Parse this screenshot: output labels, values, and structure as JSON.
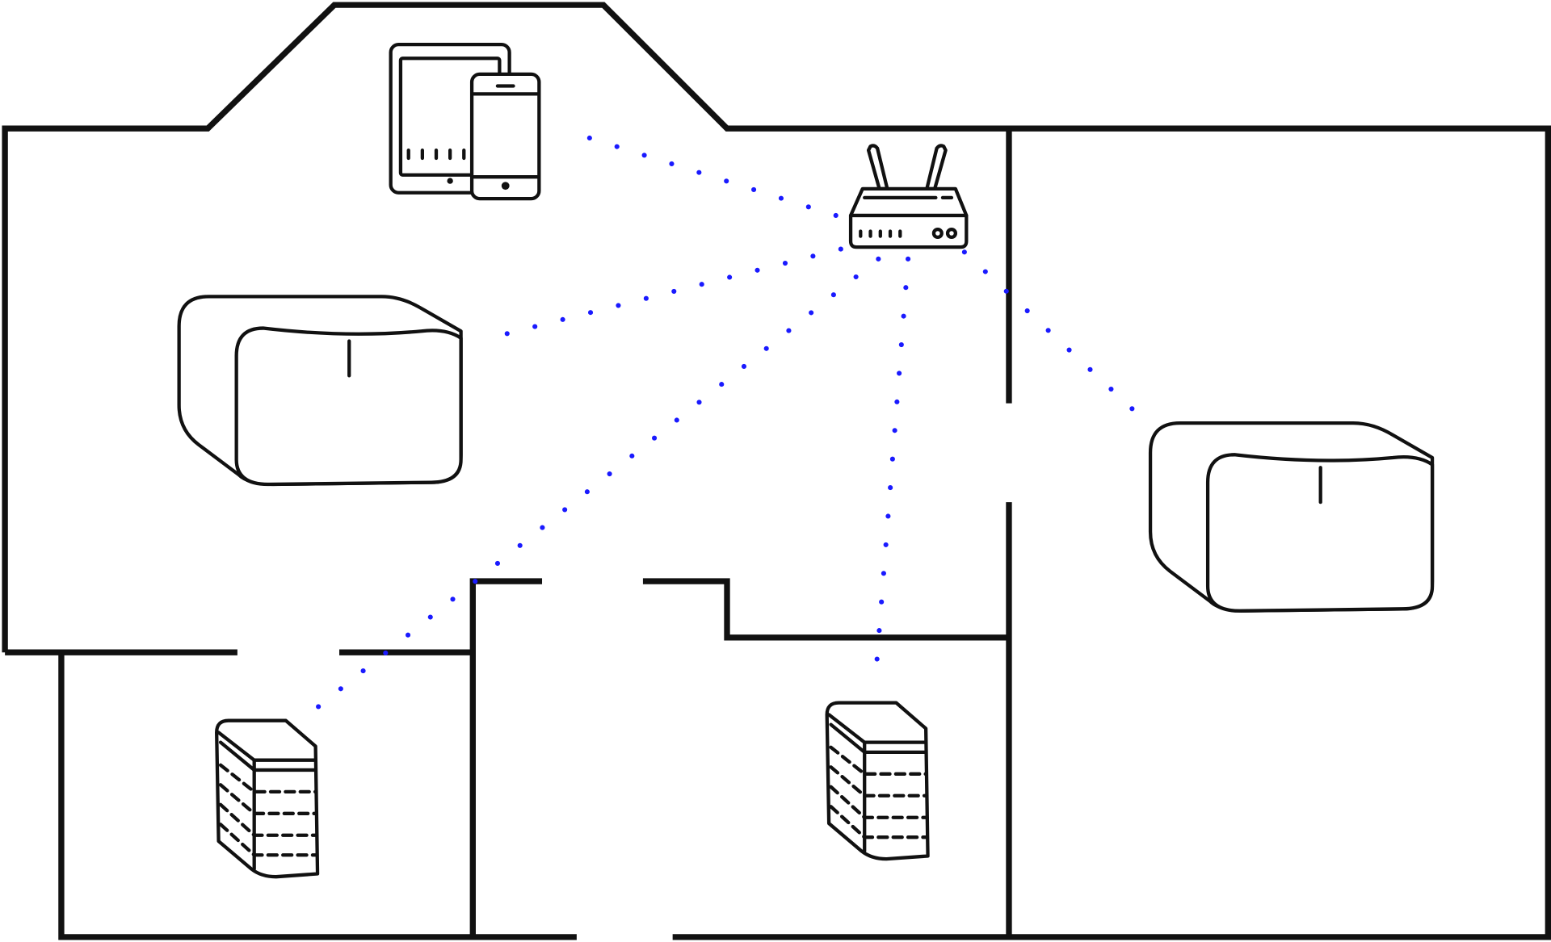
{
  "diagram": {
    "type": "home-network-floorplan",
    "colors": {
      "walls": "#111111",
      "signal": "#1a1aff",
      "background": "#ffffff"
    },
    "nodes": [
      {
        "id": "router",
        "icon": "wifi-router-icon"
      },
      {
        "id": "mobile-devices",
        "icon": "tablet-phone-icon"
      },
      {
        "id": "speaker-left",
        "icon": "speaker-icon"
      },
      {
        "id": "speaker-right",
        "icon": "speaker-icon"
      },
      {
        "id": "satellite-left",
        "icon": "mesh-satellite-icon"
      },
      {
        "id": "satellite-middle",
        "icon": "mesh-satellite-icon"
      }
    ],
    "links": [
      {
        "from": "router",
        "to": "mobile-devices"
      },
      {
        "from": "router",
        "to": "speaker-left"
      },
      {
        "from": "router",
        "to": "satellite-left"
      },
      {
        "from": "router",
        "to": "satellite-middle"
      },
      {
        "from": "router",
        "to": "speaker-right"
      }
    ]
  }
}
